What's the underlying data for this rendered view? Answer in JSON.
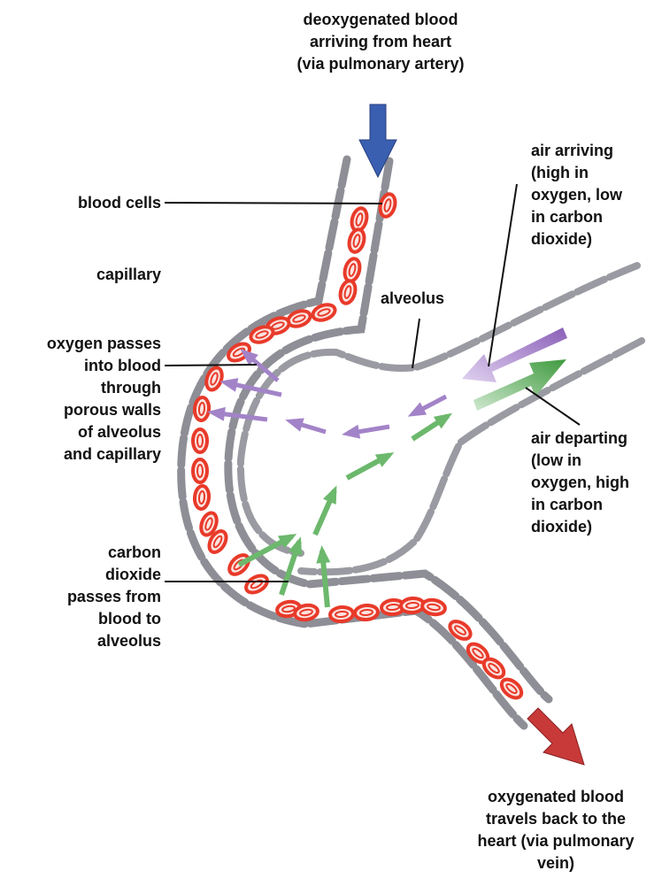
{
  "labels": {
    "top": "deoxygenated blood\narriving from heart\n(via pulmonary artery)",
    "blood_cells": "blood cells",
    "capillary": "capillary",
    "alveolus": "alveolus",
    "oxygen_passes": "oxygen passes\ninto blood\nthrough\nporous walls\nof alveolus\nand capillary",
    "air_arriving": "air arriving\n(high in\noxygen, low\nin carbon\ndioxide)",
    "air_departing": "air departing\n(low in\noxygen, high\nin carbon\ndioxide)",
    "co2_passes": "carbon\ndioxide\npasses from\nblood to\nalveolus",
    "bottom": "oxygenated blood\ntravels back to the\nheart (via pulmonary\nvein)"
  },
  "colors": {
    "deoxygenated_arrow": "#3a5fb0",
    "oxygenated_arrow": "#c83a3a",
    "blood_cell": "#e83a2a",
    "wall_cell": "#8e8e96",
    "oxygen_arrow": "#9a72c2",
    "co2_arrow": "#4aa04a"
  }
}
